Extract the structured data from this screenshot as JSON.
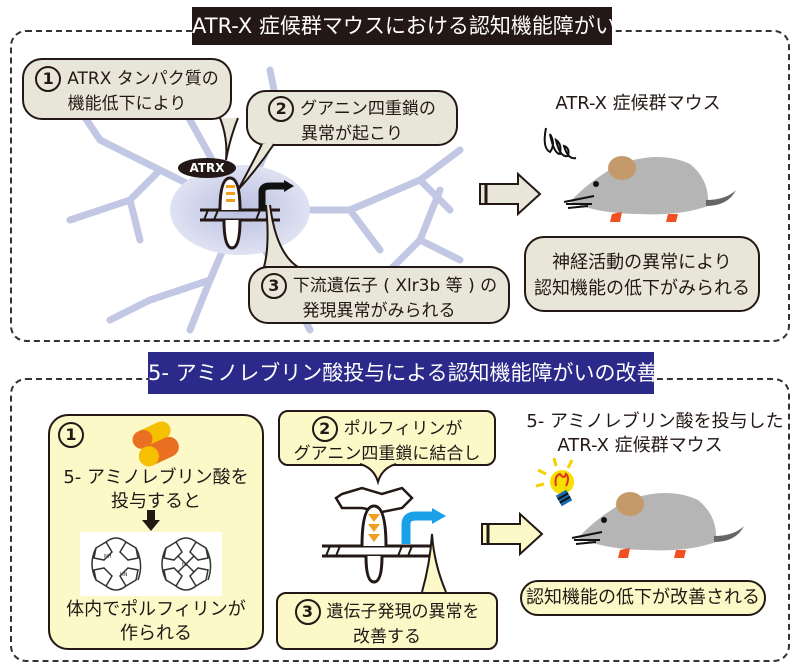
{
  "top_section": {
    "title": "ATR-X 症候群マウスにおける認知機能障がい",
    "title_bg": "#231815",
    "step1": {
      "number": "1",
      "line1": "ATRX タンパク質の",
      "line2": "機能低下により"
    },
    "step2": {
      "number": "2",
      "line1": "グアニン四重鎖の",
      "line2": "異常が起こり"
    },
    "step3": {
      "number": "3",
      "line1": "下流遺伝子 ( Xlr3b 等 ) の",
      "line2": "発現異常がみられる"
    },
    "atrx_label": "ATRX",
    "mouse_label": "ATR-X 症候群マウス",
    "result": {
      "line1": "神経活動の異常により",
      "line2": "認知機能の低下がみられる"
    },
    "bubble_color": "#e8e6d8"
  },
  "bottom_section": {
    "title": "5- アミノレブリン酸投与による認知機能障がいの改善",
    "title_bg": "#2b2a8a",
    "step1": {
      "number": "1",
      "line1": "5- アミノレブリン酸を",
      "line2": "投与すると",
      "line3": "体内でポルフィリンが",
      "line4": "作られる"
    },
    "step2": {
      "number": "2",
      "line1": "ポルフィリンが",
      "line2": "グアニン四重鎖に結合し"
    },
    "step3": {
      "number": "3",
      "line1": "遺伝子発現の異常を",
      "line2": "改善する"
    },
    "mouse_label_line1": "5- アミノレブリン酸を投与した",
    "mouse_label_line2": "ATR-X 症候群マウス",
    "result": "認知機能の低下が改善される",
    "porphyrin_labels": {
      "V": "V",
      "M": "M",
      "P": "P",
      "NH": "NH",
      "HN": "HN",
      "N": "N",
      "Fe": "Fe"
    },
    "bubble_color": "#fcf8c8",
    "arrow_color": "#1aa0e6"
  },
  "icons": {
    "neuron": "neuron-illustration",
    "dna": "dna-g-quadruplex",
    "mouse": "mouse-illustration",
    "capsule": "capsule-icon",
    "bulb": "lightbulb-icon",
    "scribble": "confusion-scribble"
  }
}
